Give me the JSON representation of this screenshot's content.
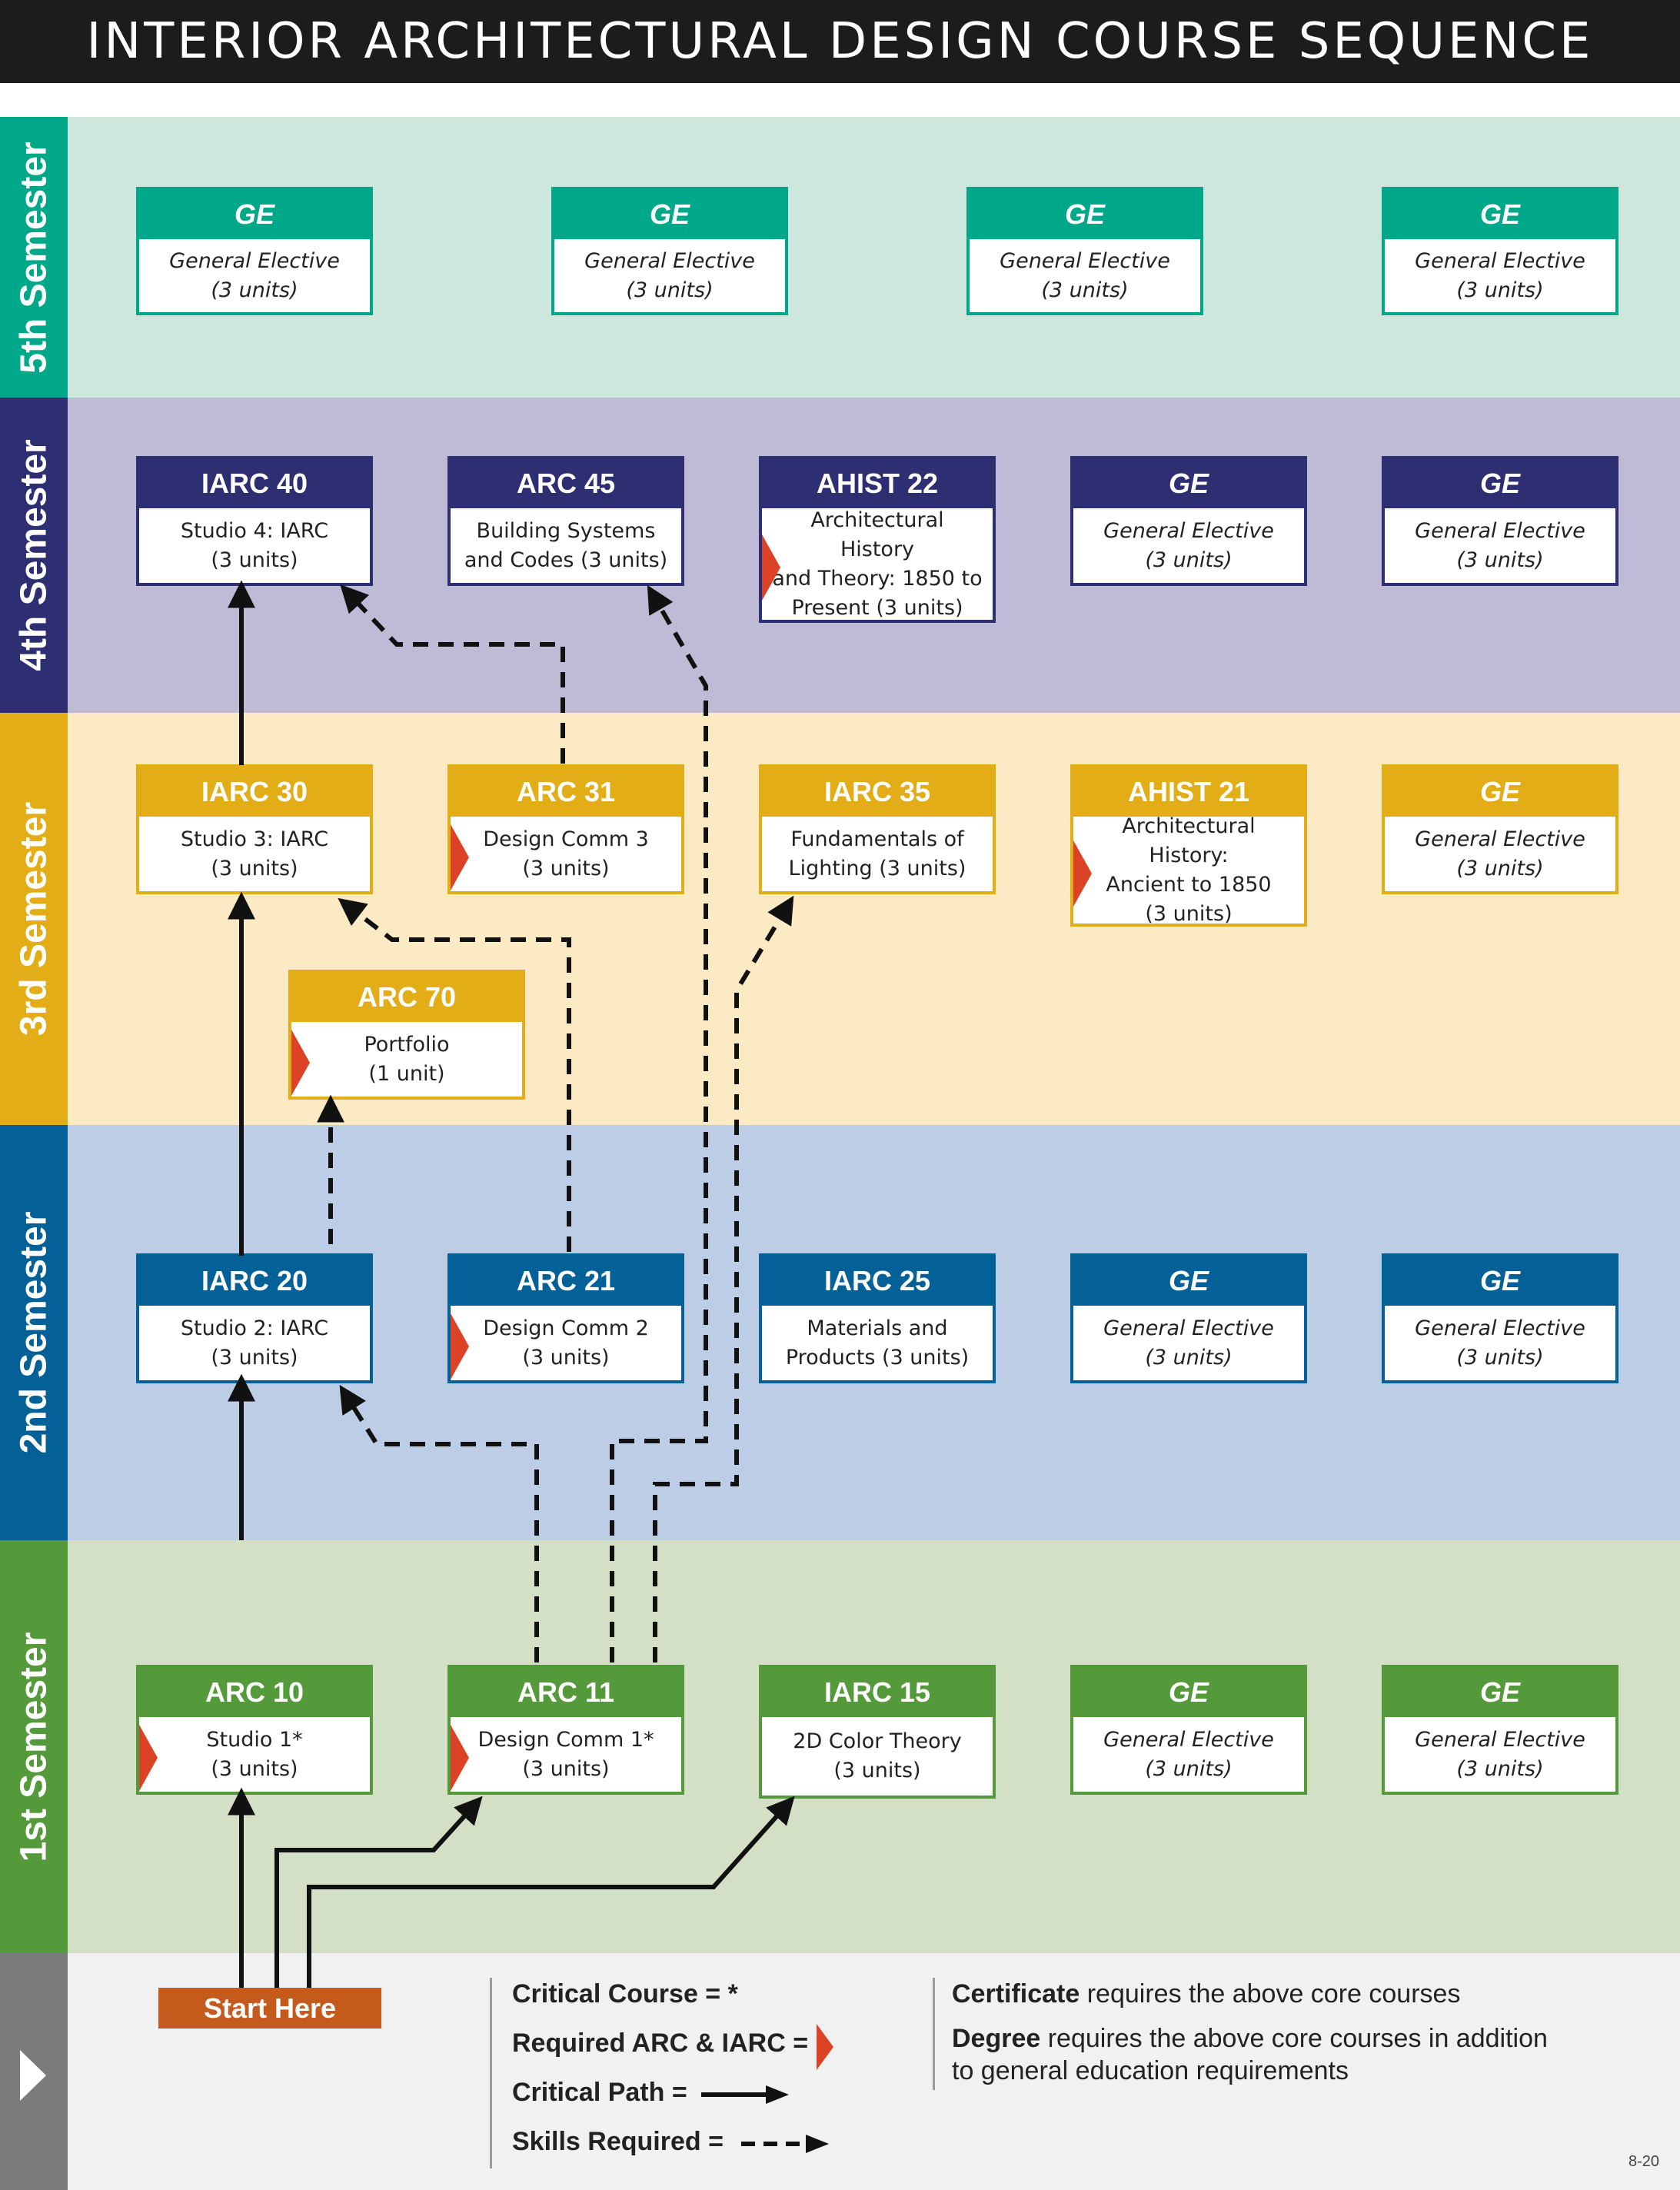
{
  "title": "INTERIOR ARCHITECTURAL DESIGN COURSE SEQUENCE",
  "colors": {
    "sem5": "#00a88a",
    "sem5_bg": "#cde7dd",
    "sem4": "#2e2e73",
    "sem4_bg": "#bfbad6",
    "sem3": "#e2ad17",
    "sem3_bg": "#fbeac3",
    "sem2": "#046198",
    "sem2_bg": "#bccde5",
    "sem1": "#54993a",
    "sem1_bg": "#d3e0c5",
    "legend_bar": "#7b7b7b",
    "legend_bg": "#f1f1f1",
    "start": "#c45a1c",
    "required_flag": "#dc4326"
  },
  "semesters": [
    {
      "label": "5th Semester",
      "courses": [
        {
          "code": "GE",
          "name": "General Elective\n(3 units)",
          "ge": true
        },
        {
          "code": "GE",
          "name": "General Elective\n(3 units)",
          "ge": true
        },
        {
          "code": "GE",
          "name": "General Elective\n(3 units)",
          "ge": true
        },
        {
          "code": "GE",
          "name": "General Elective\n(3 units)",
          "ge": true
        }
      ]
    },
    {
      "label": "4th Semester",
      "courses": [
        {
          "code": "IARC 40",
          "name": "Studio 4: IARC\n(3 units)"
        },
        {
          "code": "ARC 45",
          "name": "Building Systems\nand Codes (3 units)"
        },
        {
          "code": "AHIST 22",
          "name": "Architectural History\nand Theory: 1850 to\nPresent (3 units)",
          "required": true
        },
        {
          "code": "GE",
          "name": "General Elective\n(3 units)",
          "ge": true
        },
        {
          "code": "GE",
          "name": "General Elective\n(3 units)",
          "ge": true
        }
      ]
    },
    {
      "label": "3rd Semester",
      "courses": [
        {
          "code": "IARC 30",
          "name": "Studio 3: IARC\n(3 units)"
        },
        {
          "code": "ARC 31",
          "name": "Design Comm 3\n(3 units)",
          "required": true
        },
        {
          "code": "IARC 35",
          "name": "Fundamentals of\nLighting (3 units)"
        },
        {
          "code": "AHIST 21",
          "name": "Architectural History:\nAncient to 1850\n(3 units)",
          "required": true
        },
        {
          "code": "GE",
          "name": "General Elective\n(3 units)",
          "ge": true
        },
        {
          "code": "ARC 70",
          "name": "Portfolio\n(1 unit)",
          "required": true
        }
      ]
    },
    {
      "label": "2nd Semester",
      "courses": [
        {
          "code": "IARC 20",
          "name": "Studio 2: IARC\n(3 units)"
        },
        {
          "code": "ARC 21",
          "name": "Design Comm 2\n(3 units)",
          "required": true
        },
        {
          "code": "IARC 25",
          "name": "Materials and\nProducts (3 units)"
        },
        {
          "code": "GE",
          "name": "General Elective\n(3 units)",
          "ge": true
        },
        {
          "code": "GE",
          "name": "General Elective\n(3 units)",
          "ge": true
        }
      ]
    },
    {
      "label": "1st Semester",
      "courses": [
        {
          "code": "ARC 10",
          "name": "Studio 1*\n(3 units)",
          "required": true
        },
        {
          "code": "ARC 11",
          "name": "Design Comm 1*\n(3 units)",
          "required": true
        },
        {
          "code": "IARC 15",
          "name": "2D Color Theory\n(3 units)"
        },
        {
          "code": "GE",
          "name": "General Elective\n(3 units)",
          "ge": true
        },
        {
          "code": "GE",
          "name": "General Elective\n(3 units)",
          "ge": true
        }
      ]
    }
  ],
  "start_here": "Start Here",
  "legend": {
    "critical_course": "Critical Course = *",
    "required": "Required ARC & IARC =",
    "critical_path": "Critical Path =",
    "skills_required": "Skills Required ="
  },
  "notes": {
    "certificate_bold": "Certificate",
    "certificate_rest": " requires the above core courses",
    "degree_bold": "Degree",
    "degree_rest": " requires the above core courses in addition",
    "degree_line2": "to general education requirements"
  },
  "version": "8-20"
}
